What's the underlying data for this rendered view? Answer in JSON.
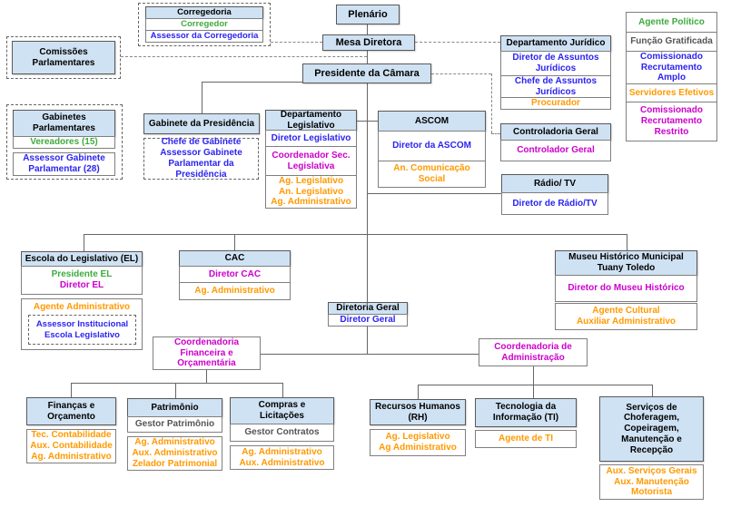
{
  "palette": {
    "header_fill": "#cfe2f3",
    "agente_politico_green": "#3eab3e",
    "comissionado_amplo_blue": "#2b24f0",
    "comissionado_restrito_magenta": "#cc00cc",
    "servidores_efetivos_orange": "#ff9900",
    "funcao_gratificada_gray": "#555555"
  },
  "legend": {
    "items": [
      {
        "label": "Agente Político",
        "color": "#3eab3e"
      },
      {
        "label": "Função Gratificada",
        "color": "#555555"
      },
      {
        "label": "Comissionado\nRecrutamento Amplo",
        "color": "#2b24f0"
      },
      {
        "label": "Servidores Efetivos",
        "color": "#ff9900"
      },
      {
        "label": "Comissionado\nRecrutamento\nRestrito",
        "color": "#cc00cc"
      }
    ]
  },
  "top": {
    "plenario": "Plenário",
    "mesa_diretora": "Mesa Diretora",
    "presidente": "Presidente da Câmara"
  },
  "corregedoria": {
    "title": "Corregedoria",
    "corregedor": "Corregedor",
    "assessor": "Assessor da Corregedoria"
  },
  "comissoes": {
    "title": "Comissões\nParlamentares"
  },
  "gabinetes": {
    "title": "Gabinetes\nParlamentares",
    "vereadores": "Vereadores (15)",
    "assessor": "Assessor Gabinete\nParlamentar (28)"
  },
  "gabinete_presidencia": {
    "title": "Gabinete da Presidência",
    "staff": "Chefe de Gabinete\nAssessor Gabinete\nParlamentar da\nPresidência"
  },
  "dep_legislativo": {
    "title": "Departamento\nLegislativo",
    "diretor": "Diretor Legislativo",
    "coordenador": "Coordenador Sec.\nLegislativa",
    "efetivos": "Ag. Legislativo\nAn. Legislativo\nAg. Administrativo"
  },
  "ascom": {
    "title": "ASCOM",
    "diretor": "Diretor da ASCOM",
    "efetivos": "An. Comunicação\nSocial"
  },
  "dep_juridico": {
    "title": "Departamento Jurídico",
    "diretor": "Diretor de Assuntos\nJurídicos",
    "chefe": "Chefe de Assuntos\nJurídicos",
    "procurador": "Procurador"
  },
  "controladoria": {
    "title": "Controladoria Geral",
    "controlador": "Controlador Geral"
  },
  "radio_tv": {
    "title": "Rádio/ TV",
    "diretor": "Diretor de Rádio/TV"
  },
  "escola": {
    "title": "Escola do Legislativo (EL)",
    "presidente": "Presidente EL",
    "diretor": "Diretor EL",
    "agente": "Agente Administrativo",
    "assessor": "Assessor Institucional\nEscola Legislativo"
  },
  "cac": {
    "title": "CAC",
    "diretor": "Diretor CAC",
    "agente": "Ag. Administrativo"
  },
  "museu": {
    "title": "Museu Histórico Municipal\nTuany Toledo",
    "diretor": "Diretor do Museu Histórico",
    "efetivos": "Agente Cultural\nAuxiliar Administrativo"
  },
  "diretoria_geral": {
    "title": "Diretoria Geral",
    "diretor": "Diretor Geral"
  },
  "coord_financeira": {
    "title": "Coordenadoria\nFinanceira e\nOrçamentária"
  },
  "coord_administracao": {
    "title": "Coordenadoria de\nAdministração"
  },
  "financas": {
    "title": "Finanças e\nOrçamento",
    "efetivos": "Tec. Contabilidade\nAux. Contabilidade\nAg. Administrativo"
  },
  "patrimonio": {
    "title": "Patrimônio",
    "gestor": "Gestor Patrimônio",
    "efetivos": "Ag. Administrativo\nAux. Administrativo\nZelador Patrimonial"
  },
  "compras": {
    "title": "Compras e\nLicitações",
    "gestor": "Gestor Contratos",
    "efetivos": "Ag. Administrativo\nAux. Administrativo"
  },
  "rh": {
    "title": "Recursos Humanos\n(RH)",
    "efetivos": "Ag. Legislativo\nAg Administrativo"
  },
  "ti": {
    "title": "Tecnologia da\nInformação (TI)",
    "agente": "Agente de TI"
  },
  "servicos": {
    "title": "Serviços de\nChoferagem,\nCopeiragem,\nManutenção e\nRecepção",
    "efetivos": "Aux. Serviços Gerais\nAux. Manutenção\nMotorista"
  }
}
